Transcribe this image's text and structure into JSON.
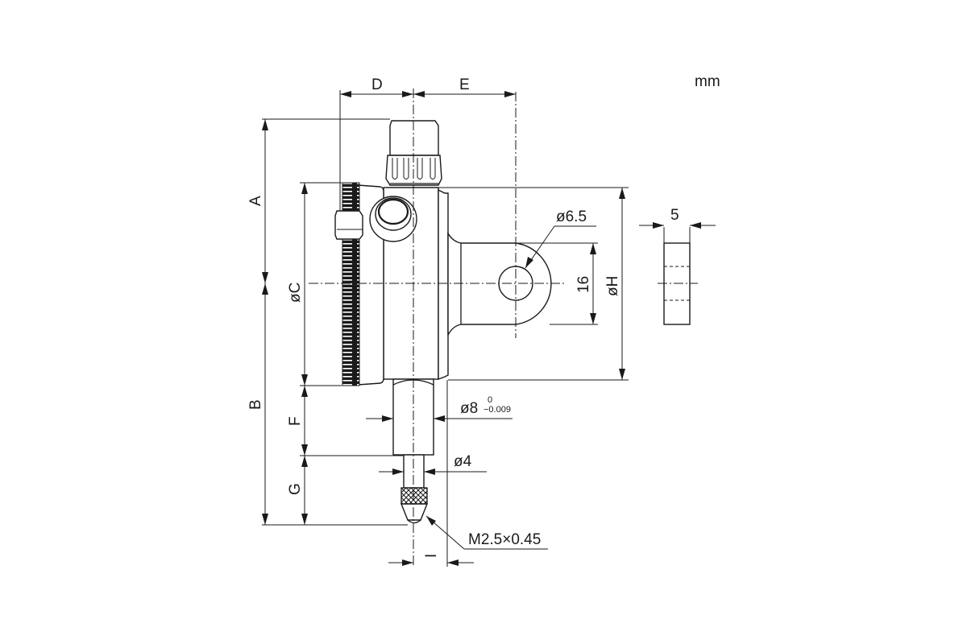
{
  "units": "mm",
  "dimensions": {
    "A": "A",
    "B": "B",
    "C": "øC",
    "D": "D",
    "E": "E",
    "F": "F",
    "G": "G",
    "H": "øH",
    "I": "I",
    "lug_hole": "ø6.5",
    "lug_width": "16",
    "lug_thickness": "5",
    "stem_diameter": "ø8",
    "stem_tol_upper": "0",
    "stem_tol_lower": "−0.009",
    "spindle_diameter": "ø4",
    "contact_thread": "M2.5×0.45"
  },
  "colors": {
    "line": "#1a1a1a",
    "background": "#ffffff"
  }
}
